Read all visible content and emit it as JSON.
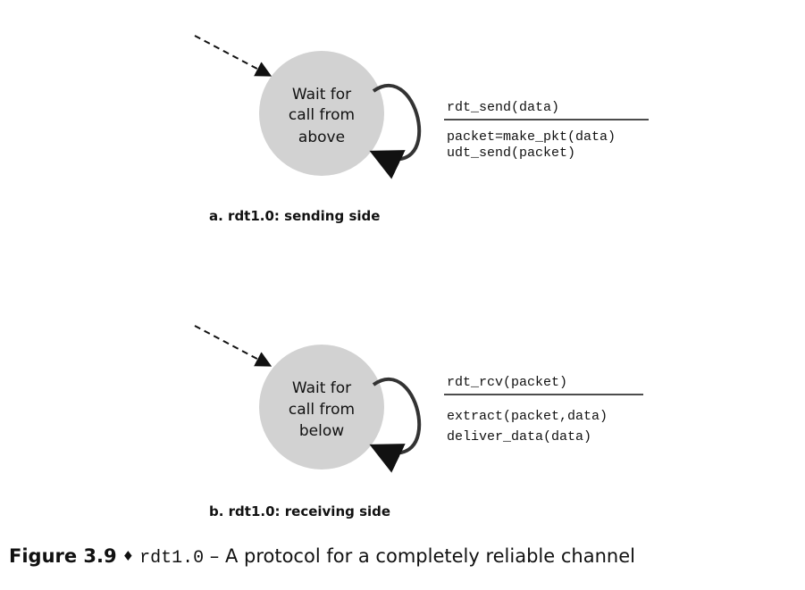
{
  "diagrams": [
    {
      "state_lines": [
        "Wait for",
        "call from",
        "above"
      ],
      "event": "rdt_send(data)",
      "actions": [
        "packet=make_pkt(data)",
        "udt_send(packet)"
      ],
      "caption": "a.  rdt1.0: sending side"
    },
    {
      "state_lines": [
        "Wait for",
        "call from",
        "below"
      ],
      "event": "rdt_rcv(packet)",
      "actions": [
        "extract(packet,data)",
        "deliver_data(data)"
      ],
      "caption": "b.  rdt1.0: receiving side"
    }
  ],
  "figure": {
    "label": "Figure 3.9",
    "separator": "♦",
    "code": "rdt1.0",
    "title": " – A protocol for a completely reliable channel"
  },
  "colors": {
    "state_fill": "#d2d2d2",
    "ink": "#111111"
  }
}
